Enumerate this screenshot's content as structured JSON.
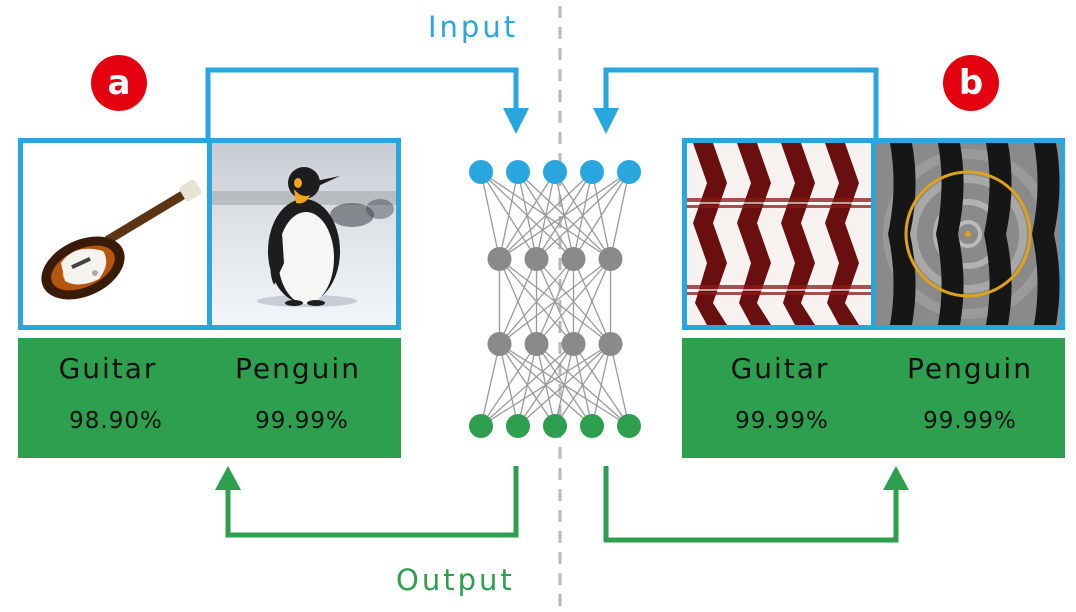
{
  "colors": {
    "input": "#29a6de",
    "output": "#2e9f4f",
    "hidden_node": "#8a8a8a",
    "badge": "#e3000f"
  },
  "header": {
    "input_label": "Input"
  },
  "footer": {
    "output_label": "Output"
  },
  "panel_a": {
    "badge": "a",
    "images": [
      {
        "icon": "guitar-image"
      },
      {
        "icon": "penguin-image"
      }
    ],
    "results": [
      {
        "label": "Guitar",
        "confidence": "98.90%"
      },
      {
        "label": "Penguin",
        "confidence": "99.99%"
      }
    ]
  },
  "panel_b": {
    "badge": "b",
    "images": [
      {
        "icon": "adversarial-stripe-pattern-image"
      },
      {
        "icon": "adversarial-ring-pattern-image"
      }
    ],
    "results": [
      {
        "label": "Guitar",
        "confidence": "99.99%"
      },
      {
        "label": "Penguin",
        "confidence": "99.99%"
      }
    ]
  },
  "network": {
    "layers": [
      5,
      4,
      4,
      5
    ]
  }
}
